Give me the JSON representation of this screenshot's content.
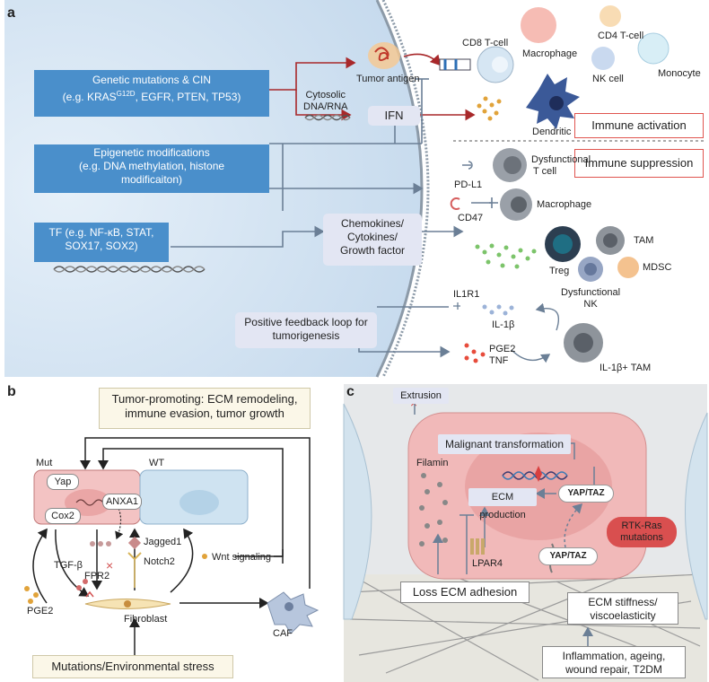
{
  "panels": {
    "a": "a",
    "b": "b",
    "c": "c"
  },
  "panel_a": {
    "genetic_box_line1": "Genetic mutations & CIN",
    "genetic_box_line2_pre": "(e.g. KRAS",
    "genetic_box_line2_sup": "G12D",
    "genetic_box_line2_post": ", EGFR, PTEN, TP53)",
    "epigenetic_box_line1": "Epigenetic modifications",
    "epigenetic_box_line2": "(e.g. DNA methylation, histone",
    "epigenetic_box_line3": "modificaiton)",
    "tf_box_line1": "TF (e.g. NF-κB, STAT,",
    "tf_box_line2": "SOX17, SOX2)",
    "tumor_antigen": "Tumor antigen",
    "cytosolic_line1": "Cytosolic",
    "cytosolic_line2": "DNA/RNA",
    "ifn": "IFN",
    "cd8": "CD8 T-cell",
    "macrophage": "Macrophage",
    "cd4": "CD4 T-cell",
    "monocyte": "Monocyte",
    "nk": "NK cell",
    "dendritic": "Dendritic cell",
    "immune_activation": "Immune activation",
    "immune_suppression": "Immune suppression",
    "dysfunctional_t_line1": "Dysfunctional",
    "dysfunctional_t_line2": "T cell",
    "pdl1": "PD-L1",
    "cd47": "CD47",
    "macrophage2": "Macrophage",
    "chemokines_line1": "Chemokines/",
    "chemokines_line2": "Cytokines/",
    "chemokines_line3": "Growth factor",
    "tam": "TAM",
    "treg": "Treg",
    "mdsc": "MDSC",
    "dys_nk_line1": "Dysfunctional",
    "dys_nk_line2": "NK",
    "il1r1": "IL1R1",
    "il1b": "IL-1β",
    "feedback_line1": "Positive feedback loop for",
    "feedback_line2": "tumorigenesis",
    "pge2": "PGE2",
    "tnf": "TNF",
    "il1b_tam": "IL-1β+ TAM"
  },
  "panel_b": {
    "title_line1": "Tumor-promoting:  ECM remodeling,",
    "title_line2": "immune evasion, tumor growth",
    "mut": "Mut",
    "wt": "WT",
    "yap": "Yap",
    "cox2": "Cox2",
    "anxa1": "ANXA1",
    "tgfb": "TGF-β",
    "jagged1": "Jagged1",
    "notch2": "Notch2",
    "fpr2": "FPR2",
    "wnt": "Wnt signaling",
    "pge2": "PGE2",
    "fibroblast": "Fibroblast",
    "caf": "CAF",
    "mutations_box": "Mutations/Environmental stress"
  },
  "panel_c": {
    "extrusion": "Extrusion",
    "malignant": "Malignant transformation",
    "filamin": "Filamin",
    "ecm_production": "ECM production",
    "yaptaz1": "YAP/TAZ",
    "rtk_line1": "RTK-Ras",
    "rtk_line2": "mutations",
    "lpar4": "LPAR4",
    "yaptaz2": "YAP/TAZ",
    "loss_ecm": "Loss ECM adhesion",
    "ecm_stiff_line1": "ECM stiffness/",
    "ecm_stiff_line2": "viscoelasticity",
    "inflam_line1": "Inflammation, ageing,",
    "inflam_line2": "wound repair, T2DM"
  },
  "colors": {
    "blue_box": "#4a8fcb",
    "lavender": "#e3e6f3",
    "red_arrow": "#a8282a",
    "gray_arrow": "#6b7f96",
    "activation_border": "#e0554f",
    "cell_pink": "#f3c3c3",
    "cell_blue": "#cfe3f1",
    "cream": "#fbf7e8"
  }
}
